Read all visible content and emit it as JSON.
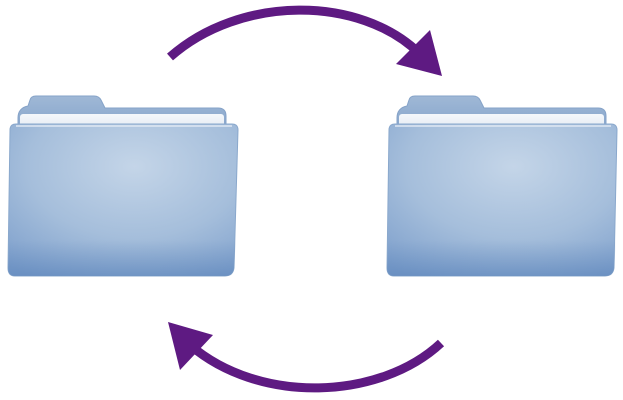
{
  "diagram": {
    "kind": "folder-sync",
    "folders": [
      {
        "icon": "folder-icon",
        "role": "source",
        "color": "#9bb6d6"
      },
      {
        "icon": "folder-icon",
        "role": "destination",
        "color": "#9bb6d6"
      }
    ],
    "arrows": [
      {
        "icon": "curved-arrow-icon",
        "direction": "left-to-right",
        "position": "top",
        "color": "#5e1a82"
      },
      {
        "icon": "curved-arrow-icon",
        "direction": "right-to-left",
        "position": "bottom",
        "color": "#5e1a82"
      }
    ],
    "colors": {
      "arrow": "#5e1a82",
      "folder_light": "#c3d4e8",
      "folder_mid": "#9bb6d6",
      "folder_dark": "#6f95c4",
      "background": "#ffffff"
    }
  }
}
